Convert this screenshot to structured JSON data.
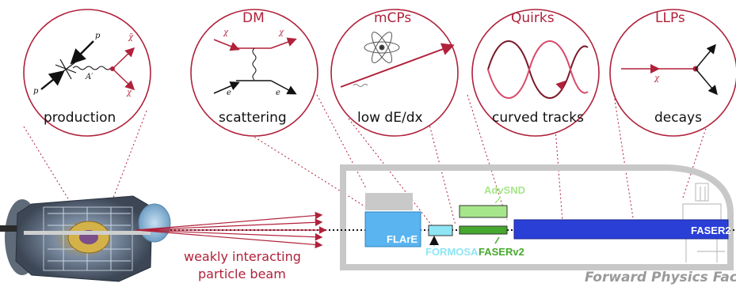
{
  "circles": [
    {
      "title": "",
      "label": "production",
      "p1": "p",
      "p2": "p",
      "boson": "A′",
      "chi": "χ",
      "chibar": "χ̄"
    },
    {
      "title": "DM",
      "label": "scattering",
      "chi_in": "χ",
      "chi_out": "χ",
      "e_in": "e",
      "e_out": "e"
    },
    {
      "title": "mCPs",
      "label": "low dE/dx"
    },
    {
      "title": "Quirks",
      "label": "curved tracks"
    },
    {
      "title": "LLPs",
      "label": "decays",
      "chi": "χ"
    }
  ],
  "beam_label": {
    "line1": "weakly interacting",
    "line2": "particle beam"
  },
  "detectors": {
    "flare": "FLArE",
    "formosa": "FORMOSA",
    "advsnd": "AdvSND",
    "faserv2": "FASERv2",
    "faser2": "FASER2"
  },
  "facility": "Forward Physics Facility",
  "colors": {
    "accent": "#b0213a",
    "flare": "#5ab4f0",
    "formosa": "#8ee6f5",
    "advsnd": "#a6e68a",
    "faserv2": "#46a82e",
    "faser2": "#2a3fd6",
    "cavern": "#c8c8c8"
  }
}
